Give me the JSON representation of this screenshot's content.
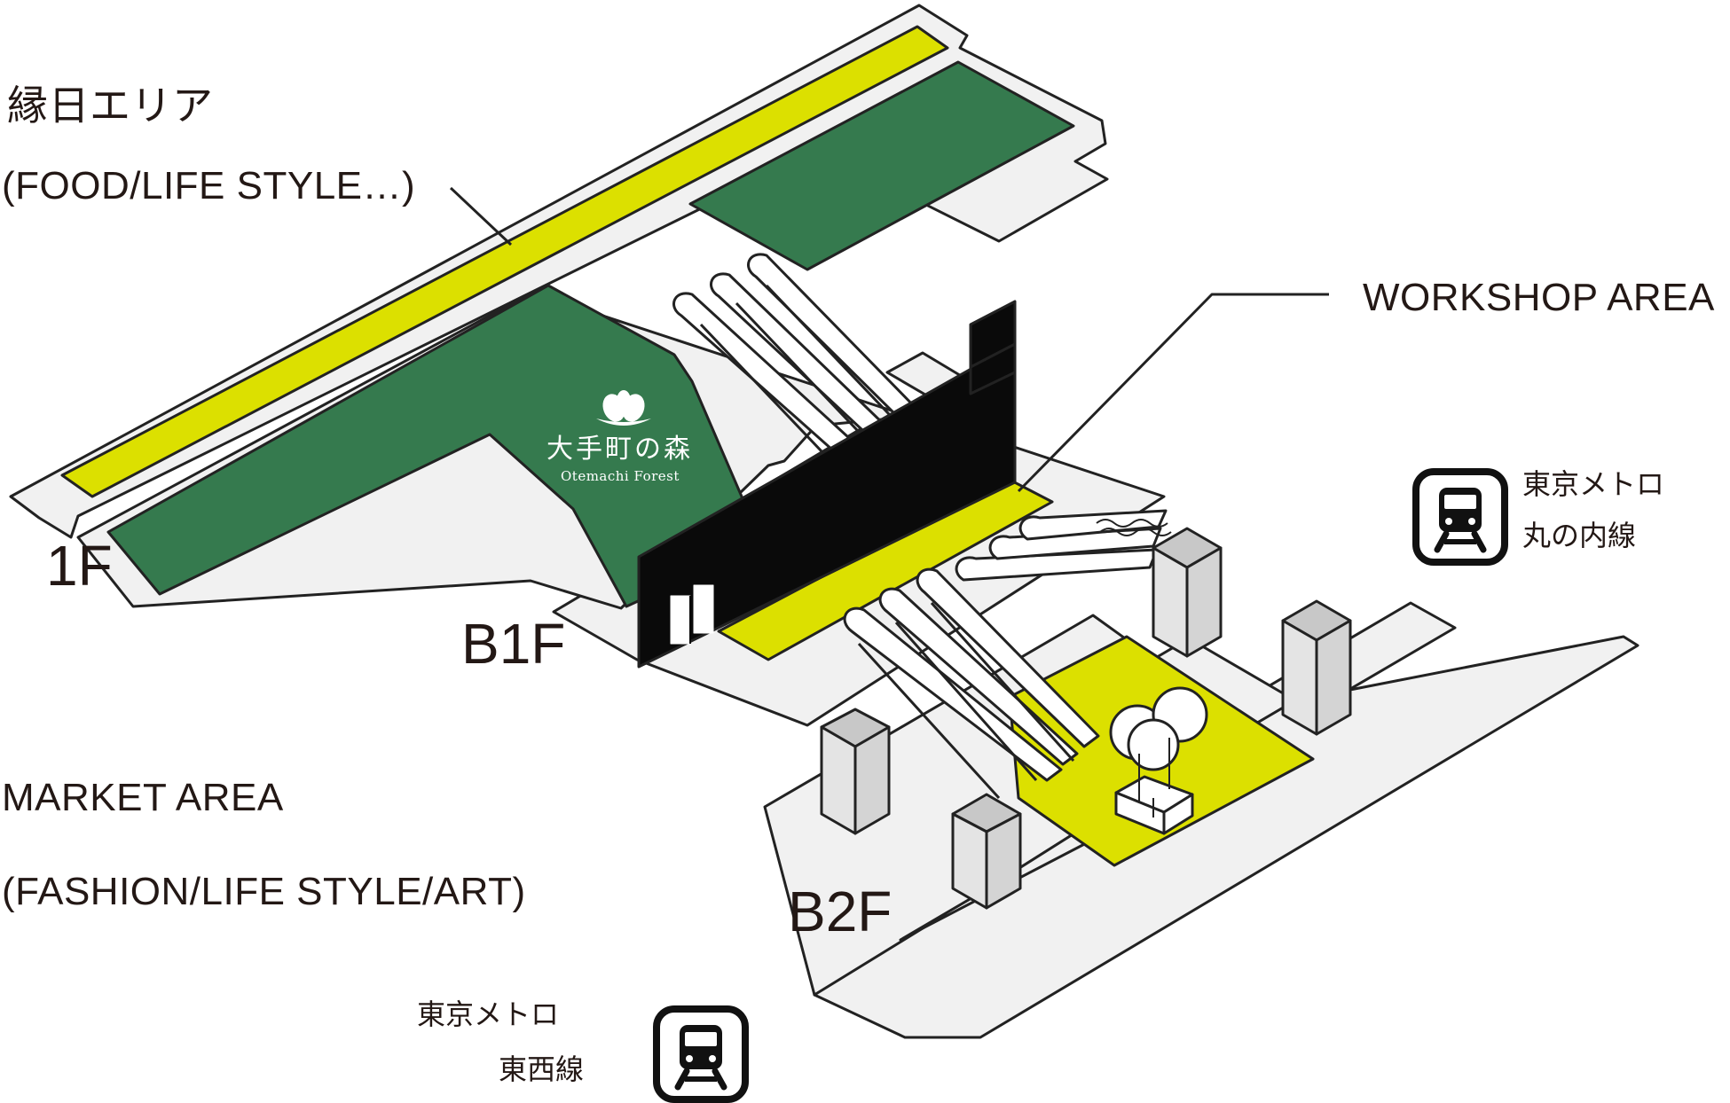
{
  "areas": {
    "ennichi_jp": "縁日エリア",
    "ennichi_en": "(FOOD/LIFE STYLE…)",
    "workshop": "WORKSHOP AREA",
    "market": "MARKET AREA",
    "market_sub": "(FASHION/LIFE STYLE/ART)"
  },
  "floors": {
    "f1": "1F",
    "b1": "B1F",
    "b2": "B2F"
  },
  "logo": {
    "jp": "大手町の森",
    "en": "Otemachi Forest"
  },
  "metro_marunouchi": {
    "line1": "東京メトロ",
    "line2": "丸の内線",
    "icon": "train-icon"
  },
  "metro_tozai": {
    "line1": "東京メトロ",
    "line2": "東西線",
    "icon": "train-icon"
  },
  "colors": {
    "green": "#357a4e",
    "yellow": "#dce000",
    "floor_gray": "#f1f1f1",
    "outline": "#222222",
    "wall": "#0a0a0a",
    "pillar_top": "#c8c8c8",
    "pillar_side": "#e4e4e4"
  }
}
